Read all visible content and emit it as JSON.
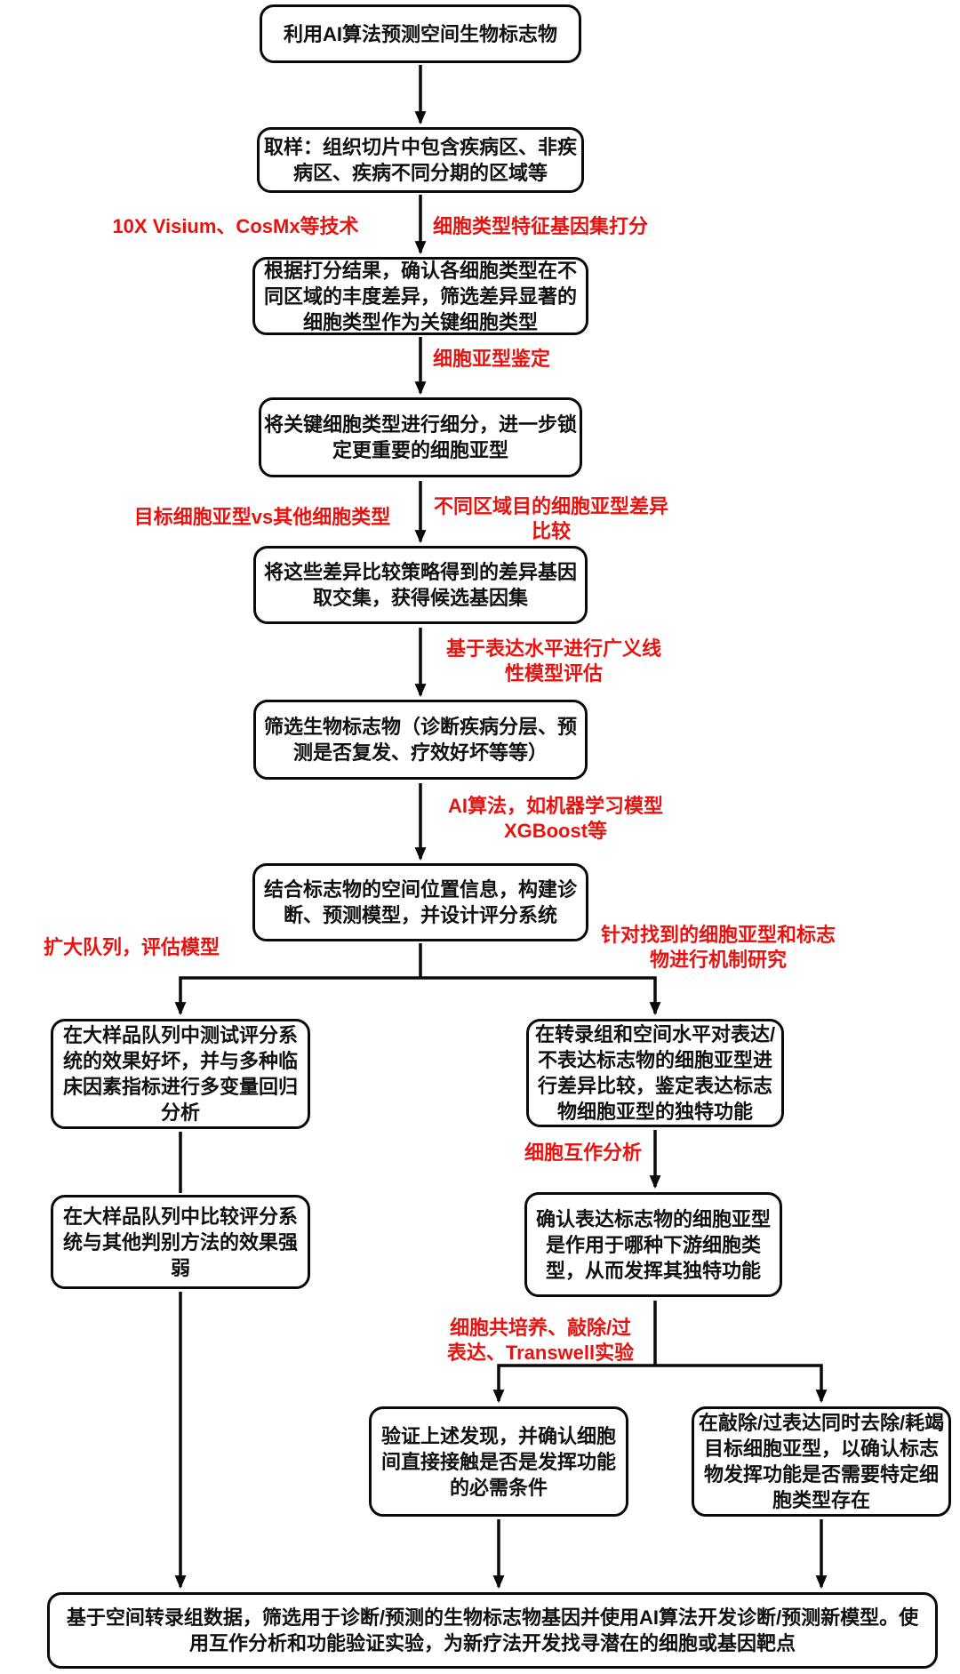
{
  "diagram": {
    "title": "利用AI算法预测空间生物标志物",
    "colors": {
      "annotation_red": "#e8120e",
      "box_border": "#0a0a0a",
      "box_fill": "#ffffff",
      "background": "#ffffff"
    },
    "nodes": {
      "n1": "利用AI算法预测空间生物标志物",
      "n2": "取样：组织切片中包含疾病区、非疾病区、疾病不同分期的区域等",
      "n3": "根据打分结果，确认各细胞类型在不同区域的丰度差异，筛选差异显著的细胞类型作为关键细胞类型",
      "n4": "将关键细胞类型进行细分，进一步锁定更重要的细胞亚型",
      "n5": "将这些差异比较策略得到的差异基因取交集，获得候选基因集",
      "n6": "筛选生物标志物（诊断疾病分层、预测是否复发、疗效好坏等等）",
      "n7": "结合标志物的空间位置信息，构建诊断、预测模型，并设计评分系统",
      "nA": "在大样品队列中测试评分系统的效果好坏，并与多种临床因素指标进行多变量回归分析",
      "nB": "在转录组和空间水平对表达/不表达标志物的细胞亚型进行差异比较，鉴定表达标志物细胞亚型的独特功能",
      "nC": "在大样品队列中比较评分系统与其他判别方法的效果强弱",
      "nD": "确认表达标志物的细胞亚型是作用于哪种下游细胞类型，从而发挥其独特功能",
      "nE": "验证上述发现，并确认细胞间直接接触是否是发挥功能的必需条件",
      "nF": "在敲除/过表达同时去除/耗竭目标细胞亚型，以确认标志物发挥功能是否需要特定细胞类型存在",
      "nG": "基于空间转录组数据，筛选用于诊断/预测的生物标志物基因并使用AI算法开发诊断/预测新模型。使用互作分析和功能验证实验，为新疗法开发找寻潜在的细胞或基因靶点"
    },
    "labels": {
      "tech_platform": "10X Visium、CosMx等技术",
      "gene_set_scoring": "细胞类型特征基因集打分",
      "subtype_identification": "细胞亚型鉴定",
      "vs_other_celltypes": "目标细胞亚型vs其他细胞类型",
      "region_subtype_diff": "不同区域目的细胞亚型差异比较",
      "glm_evaluation": "基于表达水平进行广义线性模型评估",
      "ai_algorithm": "AI算法，如机器学习模型XGBoost等",
      "cohort_expand": "扩大队列，评估模型",
      "mechanism_research": "针对找到的细胞亚型和标志物进行机制研究",
      "cell_interaction": "细胞互作分析",
      "coculture_experiments": "细胞共培养、敲除/过表达、Transwell实验"
    }
  }
}
